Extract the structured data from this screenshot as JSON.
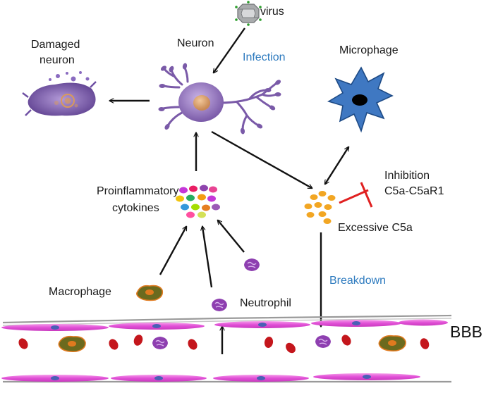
{
  "labels": {
    "virus": "virus",
    "neuron": "Neuron",
    "infection": "Infection",
    "damaged_neuron_line1": "Damaged",
    "damaged_neuron_line2": "neuron",
    "microphage": "Microphage",
    "inhibition_line1": "Inhibition",
    "inhibition_line2": "C5a-C5aR1",
    "excessive_c5a": "Excessive C5a",
    "cytokines_line1": "Proinflammatory",
    "cytokines_line2": "cytokines",
    "breakdown": "Breakdown",
    "macrophage": "Macrophage",
    "neutrophil": "Neutrophil",
    "bbb": "BBB"
  },
  "colors": {
    "label_text": "#1a1a1a",
    "blue_label": "#2e7bbf",
    "neuron_purple": "#7a5aa8",
    "microphage_blue": "#3f78c2",
    "inhibition_red": "#e02020",
    "c5a_orange": "#f2a623",
    "endothelial_magenta": "#e14fd6",
    "rbc_red": "#c4161c",
    "macrophage_olive": "#6b6a1e"
  },
  "icons": [
    "virus-icon",
    "neuron-icon",
    "damaged-neuron-icon",
    "microphage-icon",
    "c5a-cluster-icon",
    "cytokine-cluster-icon",
    "macrophage-icon",
    "neutrophil-icon",
    "blood-vessel-icon"
  ]
}
